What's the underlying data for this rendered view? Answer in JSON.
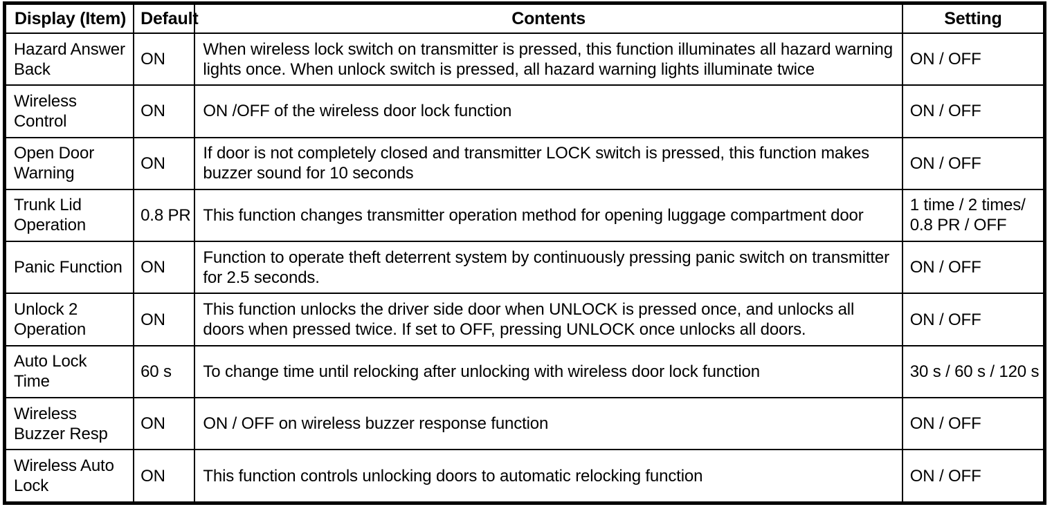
{
  "table": {
    "columns": [
      {
        "key": "item",
        "label": "Display (Item)"
      },
      {
        "key": "default",
        "label": "Default"
      },
      {
        "key": "contents",
        "label": "Contents"
      },
      {
        "key": "setting",
        "label": "Setting"
      }
    ],
    "rows": [
      {
        "item": "Hazard Answer\nBack",
        "default": "ON",
        "contents": "When wireless lock switch on transmitter is pressed, this function illuminates all hazard warning lights once. When unlock switch is pressed, all hazard warning lights illuminate twice",
        "setting": "ON / OFF"
      },
      {
        "item": "Wireless\nControl",
        "default": "ON",
        "contents": "ON /OFF of the wireless door lock function",
        "setting": "ON / OFF"
      },
      {
        "item": "Open Door\nWarning",
        "default": "ON",
        "contents": "If door is not completely closed and transmitter LOCK switch is pressed, this function makes buzzer sound for 10 seconds",
        "setting": "ON / OFF"
      },
      {
        "item": "Trunk Lid\nOperation",
        "default": "0.8 PR",
        "contents": "This function changes transmitter operation method for opening luggage compartment door",
        "setting": "1 time / 2 times/\n0.8 PR / OFF"
      },
      {
        "item": "Panic Function",
        "default": "ON",
        "contents": "Function to operate theft deterrent system by continuously pressing panic switch on transmitter for 2.5 seconds.",
        "setting": "ON / OFF"
      },
      {
        "item": "Unlock 2\nOperation",
        "default": "ON",
        "contents": "This function unlocks the driver side door when UNLOCK is pressed once, and unlocks all doors when pressed twice. If set to OFF, pressing UNLOCK once unlocks all doors.",
        "setting": "ON / OFF"
      },
      {
        "item": "Auto Lock\nTime",
        "default": "60 s",
        "contents": "To change time until relocking after unlocking with wireless door lock function",
        "setting": "30 s / 60 s / 120 s"
      },
      {
        "item": "Wireless\nBuzzer Resp",
        "default": "ON",
        "contents": "ON / OFF on wireless buzzer response function",
        "setting": "ON / OFF"
      },
      {
        "item": "Wireless Auto\nLock",
        "default": "ON",
        "contents": "This function controls unlocking doors to automatic relocking function",
        "setting": "ON / OFF"
      }
    ]
  },
  "colors": {
    "border": "#000000",
    "background": "#ffffff",
    "text": "#000000"
  }
}
